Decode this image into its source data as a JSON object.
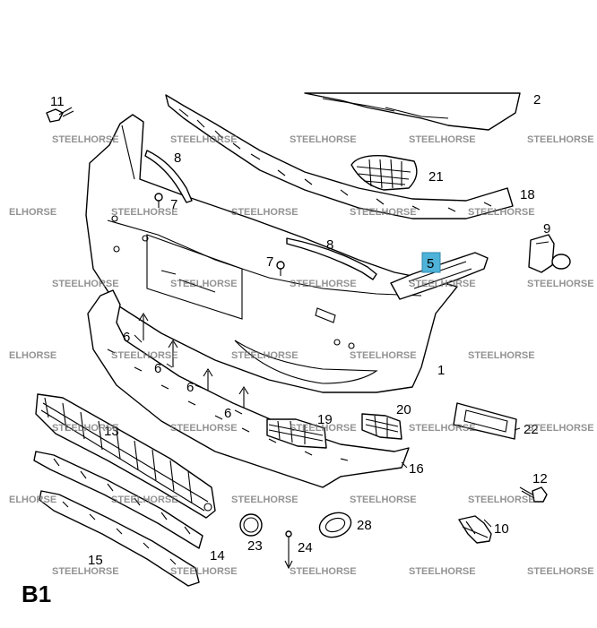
{
  "diagram": {
    "id_label": "B1",
    "highlight_color": "#4fb3d9",
    "watermark_text": "STEELHORSE",
    "watermark_text_cut": "ELHORSE",
    "callouts": {
      "c1": "1",
      "c2": "2",
      "c5": "5",
      "c6": "6",
      "c7": "7",
      "c8": "8",
      "c9": "9",
      "c10": "10",
      "c11": "11",
      "c12": "12",
      "c13": "13",
      "c14": "14",
      "c15": "15",
      "c16": "16",
      "c18": "18",
      "c19": "19",
      "c20": "20",
      "c21": "21",
      "c22": "22",
      "c23": "23",
      "c24": "24",
      "c28": "28"
    }
  }
}
